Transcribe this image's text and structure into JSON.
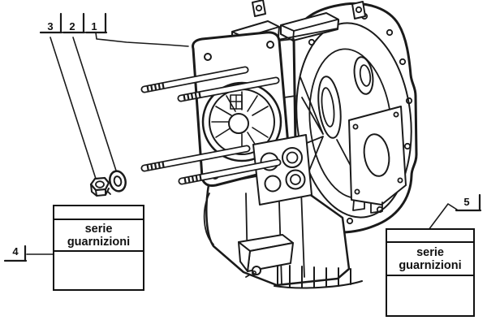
{
  "diagram": {
    "type": "engine-crankcase-parts-diagram",
    "background_color": "#ffffff",
    "line_color": "#1a1a1a",
    "callouts": [
      {
        "number": "1"
      },
      {
        "number": "2"
      },
      {
        "number": "3"
      },
      {
        "number": "4"
      },
      {
        "number": "5"
      }
    ],
    "labels": {
      "gasket_set_left": {
        "line1": "serie",
        "line2": "guarnizioni"
      },
      "gasket_set_right": {
        "line1": "serie",
        "line2": "guarnizioni"
      }
    }
  }
}
